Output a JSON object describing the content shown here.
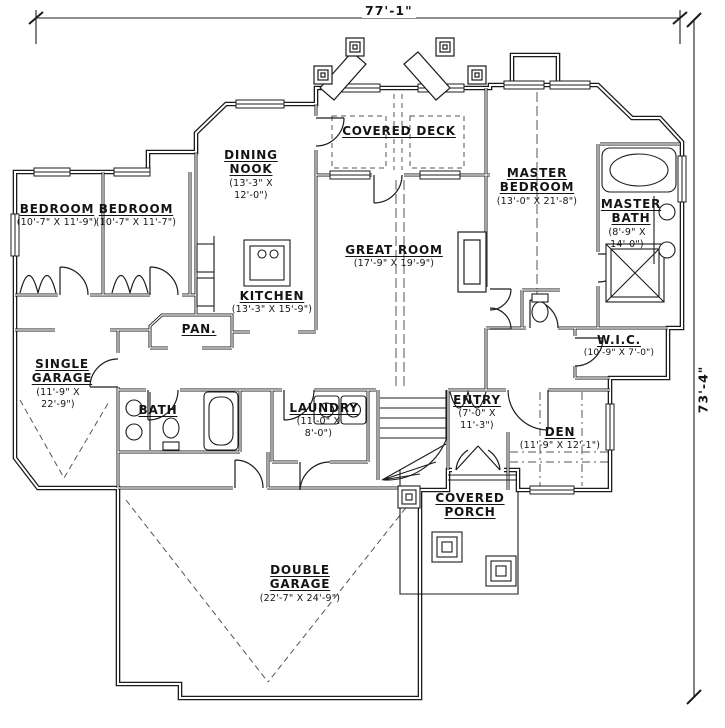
{
  "plan": {
    "width_label": "77'-1\"",
    "height_label": "73'-4\""
  },
  "line_color": "#1c1c1c",
  "rooms": [
    {
      "name": "BEDROOM",
      "dims": "(10'-7\" X 11'-9\")"
    },
    {
      "name": "BEDROOM",
      "dims": "(10'-7\" X 11'-7\")"
    },
    {
      "name": "DINING NOOK",
      "dims": "(13'-3\" X 12'-0\")"
    },
    {
      "name": "COVERED DECK",
      "dims": ""
    },
    {
      "name": "MASTER BEDROOM",
      "dims": "(13'-0\" X 21'-8\")"
    },
    {
      "name": "MASTER BATH",
      "dims": "(8'-9\" X 14'-0\")"
    },
    {
      "name": "GREAT ROOM",
      "dims": "(17'-9\" X 19'-9\")"
    },
    {
      "name": "KITCHEN",
      "dims": "(13'-3\" X 15'-9\")"
    },
    {
      "name": "PAN.",
      "dims": ""
    },
    {
      "name": "W.I.C.",
      "dims": "(10'-9\" X 7'-0\")"
    },
    {
      "name": "SINGLE GARAGE",
      "dims": "(11'-9\" X 22'-9\")"
    },
    {
      "name": "BATH",
      "dims": ""
    },
    {
      "name": "LAUNDRY",
      "dims": "(11'-0\" X 8'-0\")"
    },
    {
      "name": "ENTRY",
      "dims": "(7'-0\" X 11'-3\")"
    },
    {
      "name": "DEN",
      "dims": "(11'-9\" X 12'-1\")"
    },
    {
      "name": "COVERED PORCH",
      "dims": ""
    },
    {
      "name": "DOUBLE GARAGE",
      "dims": "(22'-7\" X 24'-9\")"
    }
  ]
}
